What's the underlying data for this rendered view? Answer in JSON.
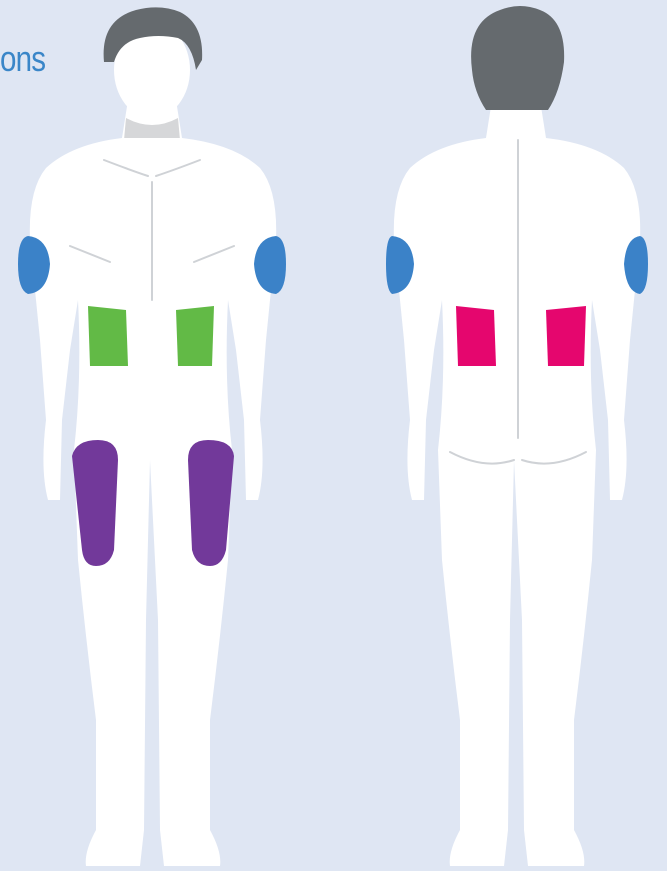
{
  "title_fragment": "ons",
  "colors": {
    "background": "#dfe6f3",
    "title": "#3a86c8",
    "upper_arm_zone": "#3b82c8",
    "abdomen_zone": "#62ba46",
    "thigh_zone": "#72399a",
    "lower_back_zone": "#e5066e",
    "hair": "#656a6e",
    "skin": "#ffffff"
  },
  "figures": [
    {
      "view": "front",
      "zones": [
        {
          "name": "upper-arm",
          "color_key": "upper_arm_zone"
        },
        {
          "name": "abdomen",
          "color_key": "abdomen_zone"
        },
        {
          "name": "thigh",
          "color_key": "thigh_zone"
        }
      ]
    },
    {
      "view": "back",
      "zones": [
        {
          "name": "upper-arm",
          "color_key": "upper_arm_zone"
        },
        {
          "name": "lower-back",
          "color_key": "lower_back_zone"
        }
      ]
    }
  ]
}
